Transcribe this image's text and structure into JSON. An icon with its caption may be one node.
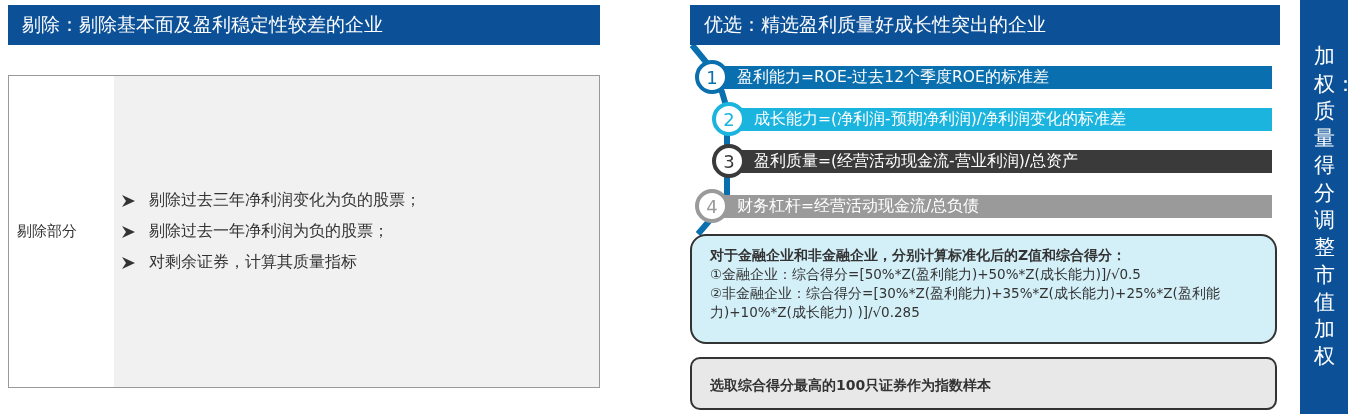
{
  "diagram": {
    "nodes": [
      {
        "text": [
          "剔除：剔除基本面及盈利稳定性较差的企业"
        ]
      },
      {
        "text": [
          "剔除部分"
        ]
      },
      {
        "text": [
          "剔除过去三年净利润变化为负的股票；",
          "剔除过去一年净利润为负的股票；",
          "对剩余证券，计算其质量指标"
        ]
      },
      {
        "text": [
          "优选：精选盈利质量好成长性突出的企业"
        ]
      },
      {
        "text": [
          "1",
          "盈利能力=ROE-过去12个季度ROE的标准差"
        ]
      },
      {
        "text": [
          "2",
          "成长能力=(净利润-预期净利润)/净利润变化的标准差"
        ]
      },
      {
        "text": [
          "3",
          "盈利质量=(经营活动现金流-营业利润)/总资产"
        ]
      },
      {
        "text": [
          "4",
          "财务杠杆=经营活动现金流/总负债"
        ]
      },
      {
        "text": [
          "对于金融企业和非金融企业，分别计算标准化后的Z值和综合得分：",
          "①金融企业：综合得分=[50%*Z(盈利能力)+50%*Z(成长能力)]/√0.5",
          "②非金融企业：综合得分=[30%*Z(盈利能力)+35%*Z(成长能力)+25%*Z(盈利能力)+10%*Z(成长能力) )]/√0.285"
        ]
      },
      {
        "text": [
          "选取综合得分最高的100只证券作为指数样本"
        ]
      },
      {
        "text": [
          "加权：质量得分调整市值加权"
        ]
      }
    ],
    "edges": [
      {
        "from": 3,
        "to": 8,
        "arrow": "none"
      }
    ]
  }
}
